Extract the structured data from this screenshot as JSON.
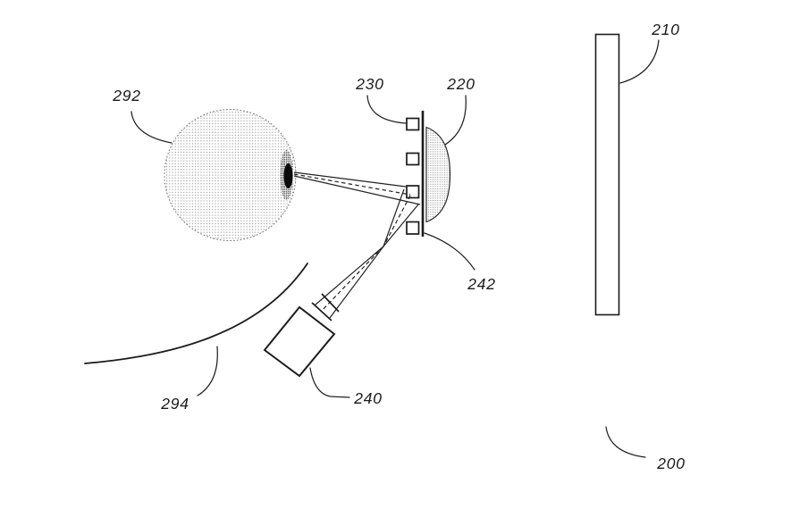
{
  "figure": {
    "labels": {
      "eye": "292",
      "face_profile": "294",
      "emitter_array": "230",
      "lens": "220",
      "substrate": "242",
      "camera": "240",
      "display_panel": "210",
      "system": "200"
    },
    "colors": {
      "ink": "#1b1b1b",
      "paper": "#ffffff",
      "stipple_light": "#979797",
      "stipple_medium": "#8a8a8a",
      "iris_dark": "#4f4f4f",
      "pupil": "#0b0b0b"
    }
  }
}
